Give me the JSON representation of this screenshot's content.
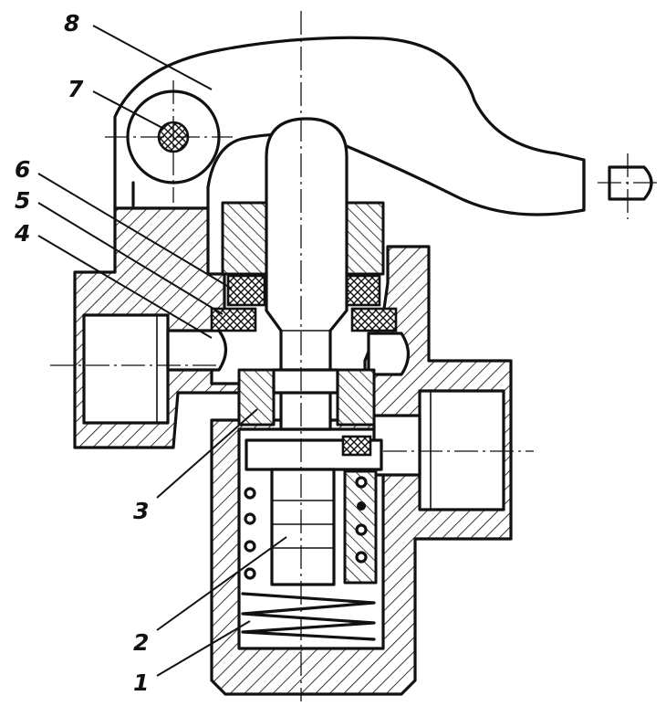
{
  "figure": {
    "callouts": [
      {
        "id": "8",
        "label": "8"
      },
      {
        "id": "7",
        "label": "7"
      },
      {
        "id": "6",
        "label": "6"
      },
      {
        "id": "5",
        "label": "5"
      },
      {
        "id": "4",
        "label": "4"
      },
      {
        "id": "3",
        "label": "3"
      },
      {
        "id": "2",
        "label": "2"
      },
      {
        "id": "1",
        "label": "1"
      }
    ],
    "colors": {
      "ink": "#111111",
      "paper": "#ffffff"
    }
  }
}
